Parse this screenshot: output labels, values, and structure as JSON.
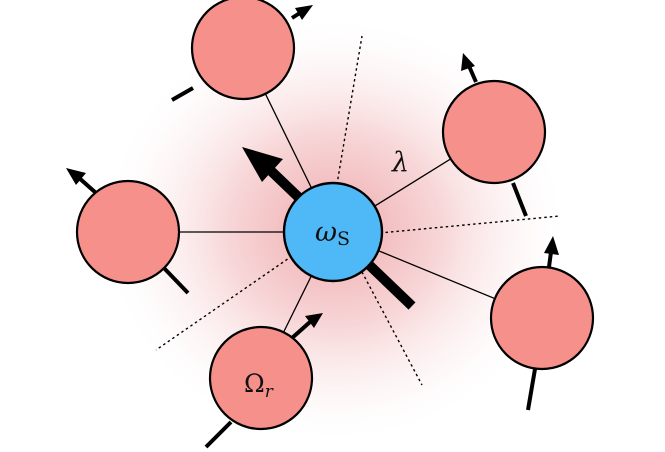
{
  "colors": {
    "background": "#ffffff",
    "central_spin_fill": "#4fb8f7",
    "bath_spin_fill": "#f6908a",
    "halo": "#e88a8e",
    "stroke": "#000000"
  },
  "central_spin": {
    "symbol": "ω",
    "subscript": "S"
  },
  "coupling_label": "λ",
  "bath_spin_label": {
    "symbol": "Ω",
    "subscript": "r"
  }
}
